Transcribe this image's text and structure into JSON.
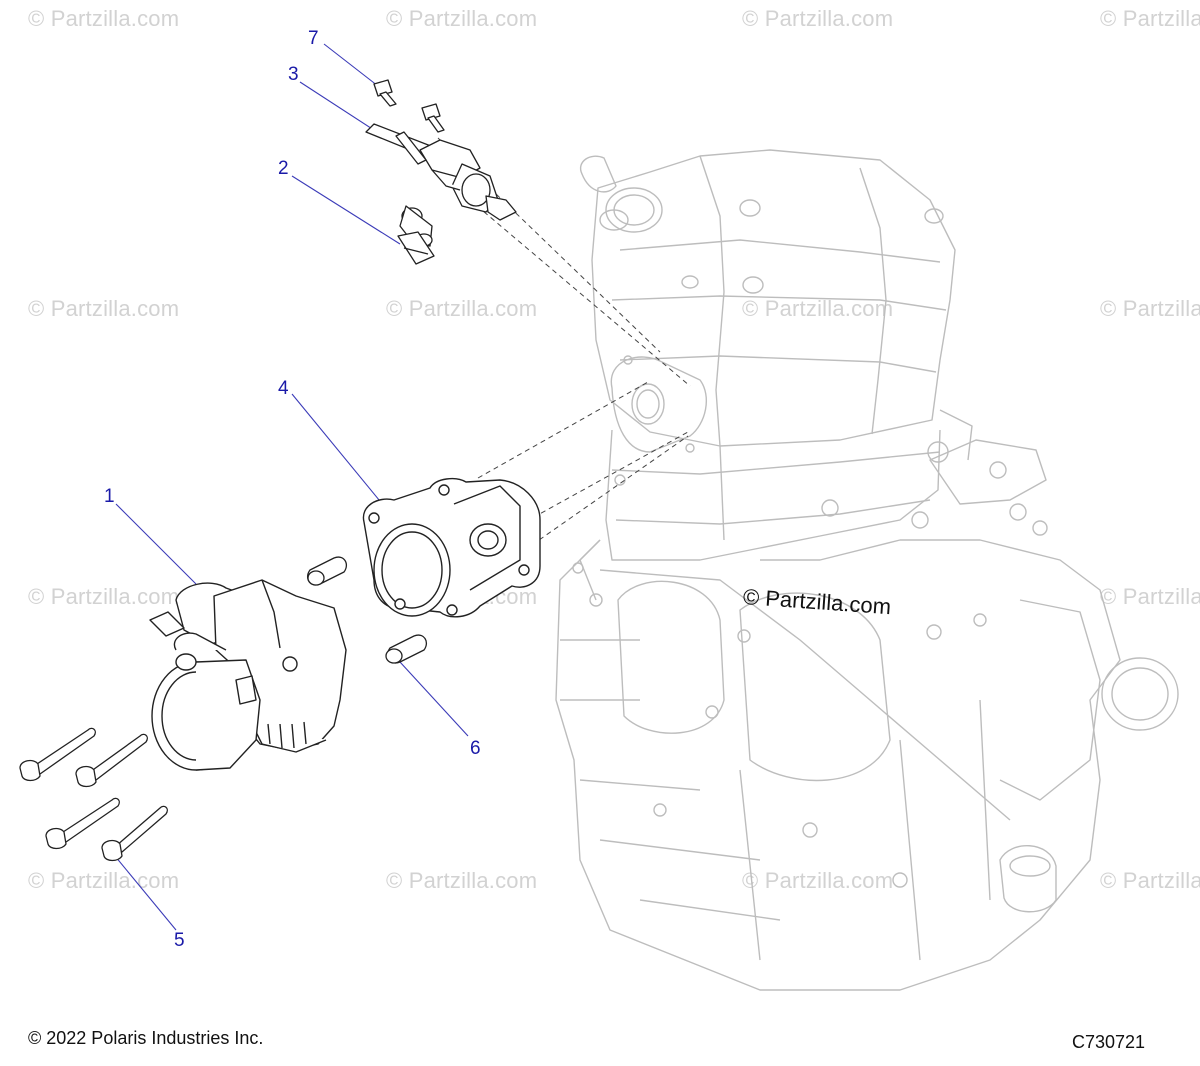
{
  "watermark": {
    "text": "© Partzilla.com"
  },
  "center_watermark": "© Partzilla.com",
  "callouts": [
    {
      "id": "1",
      "label": "1"
    },
    {
      "id": "2",
      "label": "2"
    },
    {
      "id": "3",
      "label": "3"
    },
    {
      "id": "4",
      "label": "4"
    },
    {
      "id": "5",
      "label": "5"
    },
    {
      "id": "6",
      "label": "6"
    },
    {
      "id": "7",
      "label": "7"
    }
  ],
  "footer": {
    "copyright": "© 2022 Polaris Industries Inc.",
    "diagram_code": "C730721"
  },
  "colors": {
    "callout": "#1a1aa8",
    "leader": "#3b3bb8",
    "part_stroke": "#222222",
    "ghost_stroke": "#b9b9b9",
    "watermark": "#d2d2d2"
  }
}
